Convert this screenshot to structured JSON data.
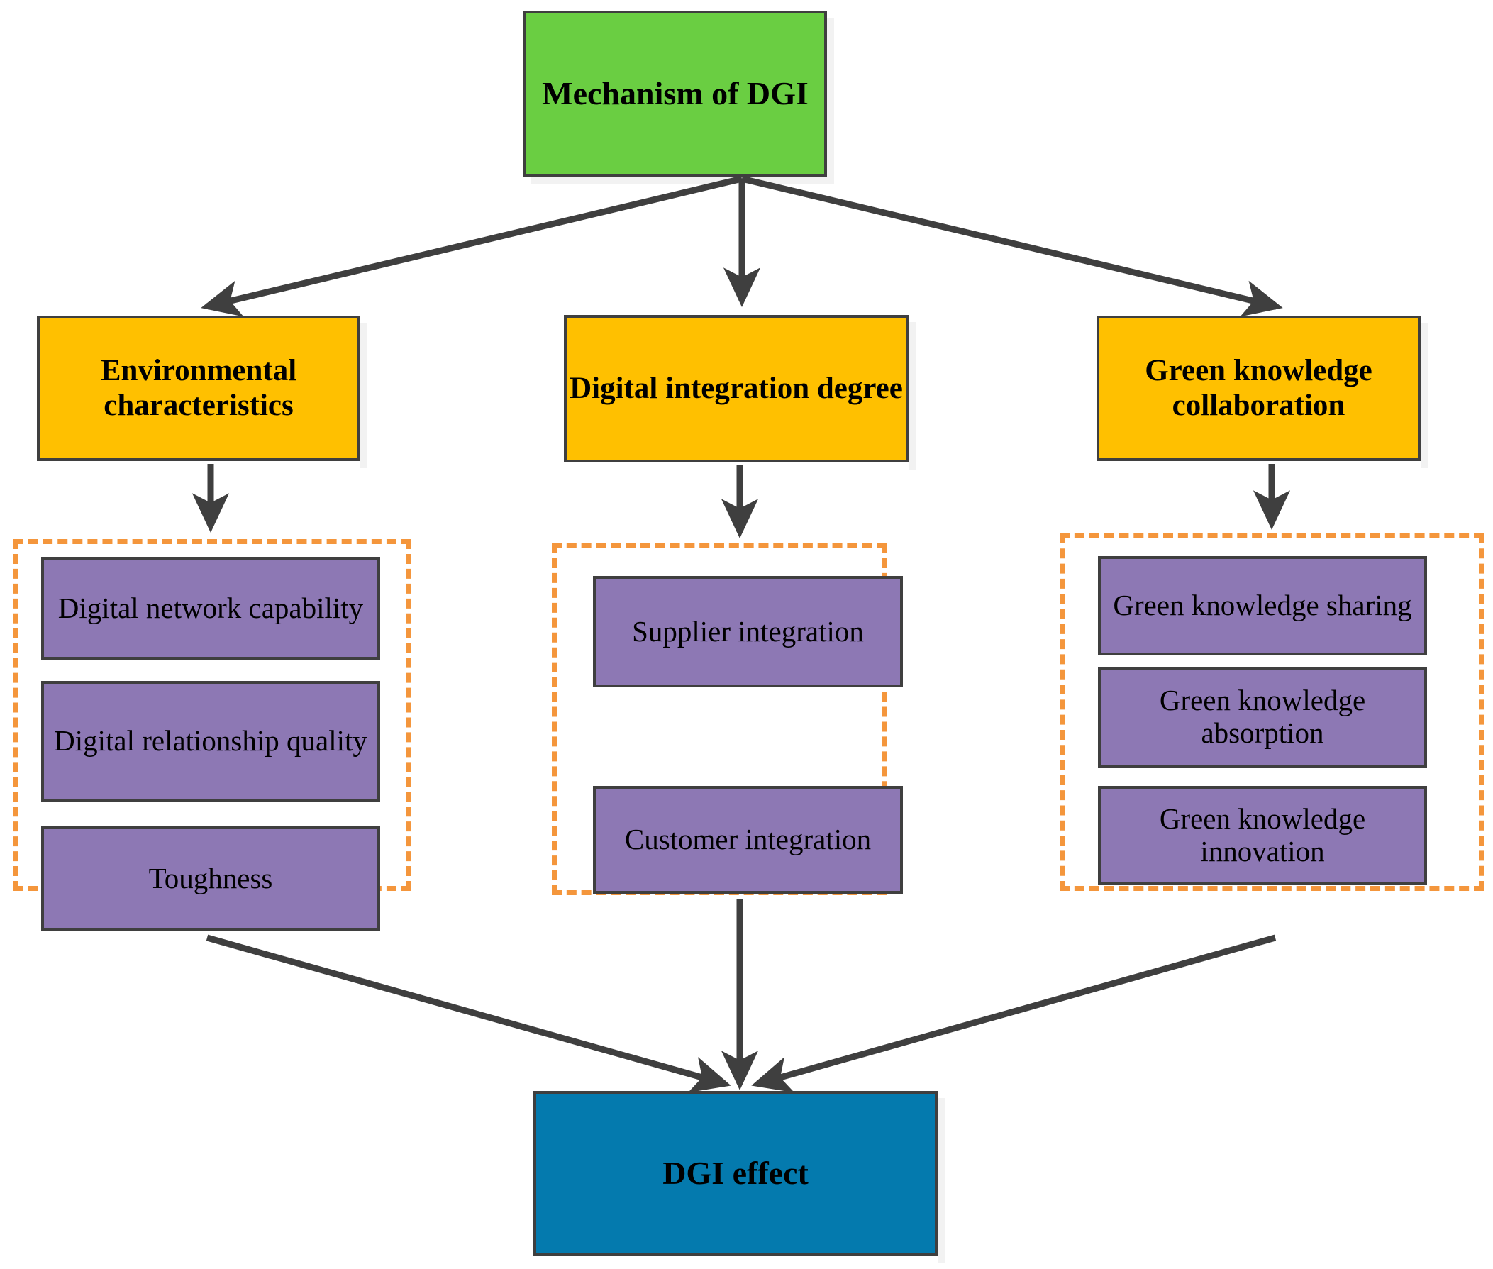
{
  "diagram": {
    "title_node": {
      "label": "Mechanism of DGI",
      "color": "#6ace42"
    },
    "level_two": [
      {
        "label": "Environmental characteristics",
        "color": "#ffc000"
      },
      {
        "label": "Digital integration degree",
        "color": "#ffc000"
      },
      {
        "label": "Green knowledge collaboration",
        "color": "#ffc000"
      }
    ],
    "groups": [
      {
        "name": "environmental-characteristics-group",
        "border_color": "#f4963c",
        "items": [
          {
            "label": "Digital network capability",
            "color": "#8d78b4"
          },
          {
            "label": "Digital relationship quality",
            "color": "#8d78b4"
          },
          {
            "label": "Toughness",
            "color": "#8d78b4"
          }
        ]
      },
      {
        "name": "digital-integration-degree-group",
        "border_color": "#f4963c",
        "items": [
          {
            "label": "Supplier integration",
            "color": "#8d78b4"
          },
          {
            "label": "Customer integration",
            "color": "#8d78b4"
          }
        ]
      },
      {
        "name": "green-knowledge-collaboration-group",
        "border_color": "#f4963c",
        "items": [
          {
            "label": "Green knowledge sharing",
            "color": "#8d78b4"
          },
          {
            "label": "Green knowledge absorption",
            "color": "#8d78b4"
          },
          {
            "label": "Green knowledge innovation",
            "color": "#8d78b4"
          }
        ]
      }
    ],
    "outcome_node": {
      "label": "DGI effect",
      "color": "#047aae"
    },
    "connector_color": "#3f3f3f"
  }
}
